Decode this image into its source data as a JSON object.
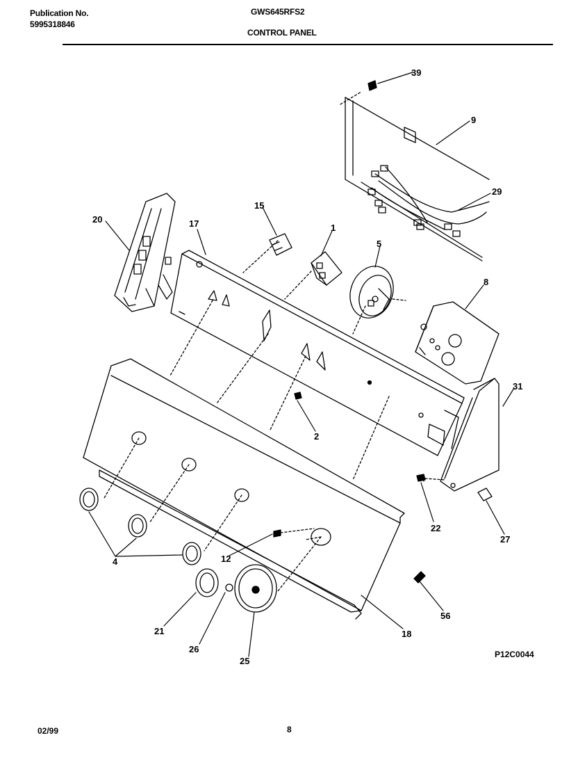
{
  "header": {
    "publication_label": "Publication No.",
    "publication_number": "5995318846",
    "model": "GWS645RFS2",
    "section_title": "CONTROL PANEL"
  },
  "diagram_code": "P12C0044",
  "footer": {
    "date": "02/99",
    "page": "8"
  },
  "callouts": [
    "39",
    "9",
    "29",
    "20",
    "15",
    "17",
    "1",
    "5",
    "8",
    "2",
    "31",
    "22",
    "27",
    "4",
    "12",
    "21",
    "26",
    "25",
    "18",
    "56"
  ]
}
